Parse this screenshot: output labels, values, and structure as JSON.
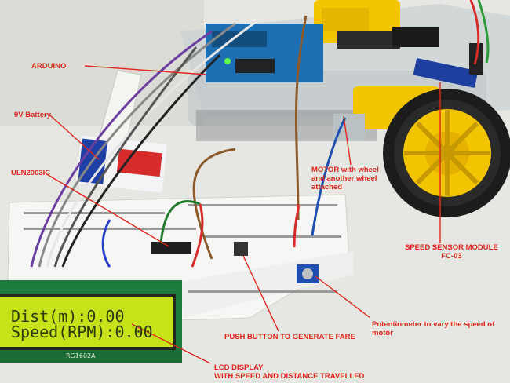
{
  "labels": {
    "arduino": "ARDUINO",
    "battery": "9V Battery",
    "uln": "ULN2003IC",
    "motor_line1": "MOTOR with wheel",
    "motor_line2": "and another wheel",
    "motor_line3": "attached",
    "speed_sensor_line1": "SPEED SENSOR MODULE",
    "speed_sensor_line2": "FC-03",
    "pot_line1": "Potentiometer to vary the speed of",
    "pot_line2": "motor",
    "push_button": "PUSH BUTTON TO GENERATE FARE",
    "lcd_line1": "LCD DISPLAY",
    "lcd_line2": "WITH SPEED AND DISTANCE TRAVELLED"
  },
  "lcd": {
    "row1": "Dist(m):0.00",
    "row2": "Speed(RPM):0.00",
    "model": "RG1602A"
  },
  "colors": {
    "annotation": "#e0261b",
    "lcd_backlight": "#c8e21a",
    "wheel": "#f2c500",
    "tire": "#1c1c1c",
    "arduino": "#1c6fb3"
  }
}
